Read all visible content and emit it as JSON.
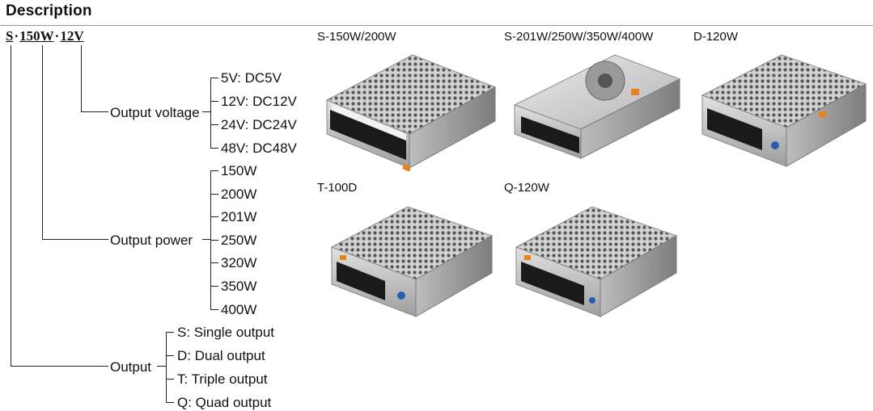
{
  "heading": "Description",
  "model_code": {
    "series": "S",
    "power": "150W",
    "voltage": "12V",
    "separator": "·"
  },
  "output_voltage": {
    "label": "Output voltage",
    "options": [
      "5V: DC5V",
      "12V: DC12V",
      "24V: DC24V",
      "48V: DC48V"
    ]
  },
  "output_power": {
    "label": "Output power",
    "options": [
      "150W",
      "200W",
      "201W",
      "250W",
      "320W",
      "350W",
      "400W"
    ]
  },
  "output_type": {
    "label": "Output",
    "options": [
      "S: Single output",
      "D: Dual output",
      "T: Triple output",
      "Q: Quad output"
    ]
  },
  "products": [
    {
      "caption": "S-150W/200W",
      "style": "vent"
    },
    {
      "caption": "S-201W/250W/350W/400W",
      "style": "fan"
    },
    {
      "caption": "D-120W",
      "style": "vent"
    },
    {
      "caption": "T-100D",
      "style": "vent"
    },
    {
      "caption": "Q-120W",
      "style": "vent"
    }
  ],
  "colors": {
    "metal": "#c9c9c9",
    "metal_dark": "#8d8d8d",
    "terminal": "#1a1a1a",
    "label_orange": "#e8821e"
  }
}
